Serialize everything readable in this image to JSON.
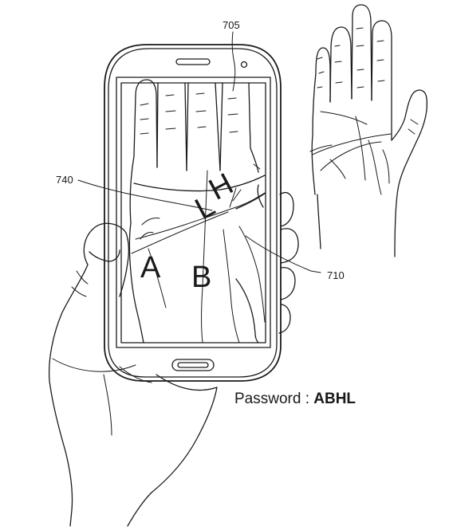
{
  "labels": {
    "ref_705": "705",
    "ref_740": "740",
    "ref_710": "710"
  },
  "screen_letters": {
    "a": "A",
    "b": "B",
    "h": "H",
    "l": "L"
  },
  "password": {
    "label": "Password",
    "separator": ":",
    "value": "ABHL"
  }
}
